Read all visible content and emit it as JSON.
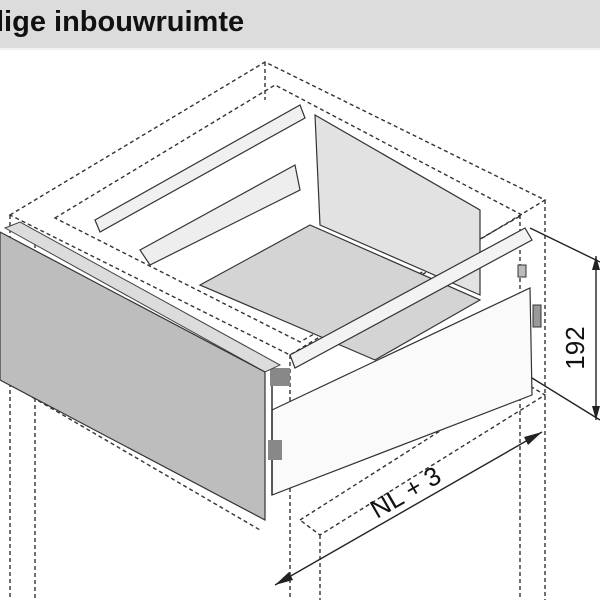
{
  "header": {
    "title": "lige inbouwruimte"
  },
  "dimensions": {
    "height_label": "192",
    "width_label": "NL + 3"
  }
}
